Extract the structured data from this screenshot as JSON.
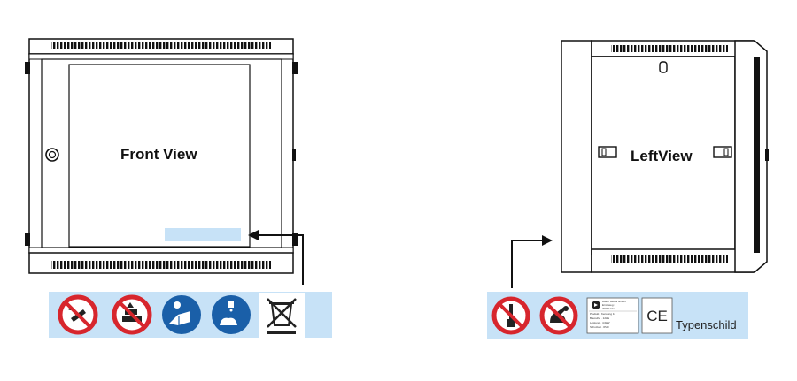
{
  "front": {
    "title": "Front View"
  },
  "left": {
    "title": "LeftView"
  },
  "typenschild": {
    "caption": "Typenschild",
    "ce_mark": "CE",
    "plate_lines": [
      "Daten Media GmbH",
      "Ernstweg 1",
      "70000 Ulm",
      "Produkt · Kennung 11",
      "Baureihe · 12HE",
      "Leistung · 4.0kW",
      "Schutzart · IP20"
    ]
  },
  "warning_icons": {
    "front": [
      "no-fire-icon",
      "no-stacking-icon",
      "read-manual-icon",
      "wash-hands-icon",
      "weee-disposal-icon"
    ],
    "left": [
      "no-tools-icon",
      "no-hand-hazard-icon"
    ]
  },
  "colors": {
    "strip": "#c7e2f7",
    "prohibit": "#d7262d",
    "mandatory": "#1a5fa8",
    "outline": "#111111"
  }
}
